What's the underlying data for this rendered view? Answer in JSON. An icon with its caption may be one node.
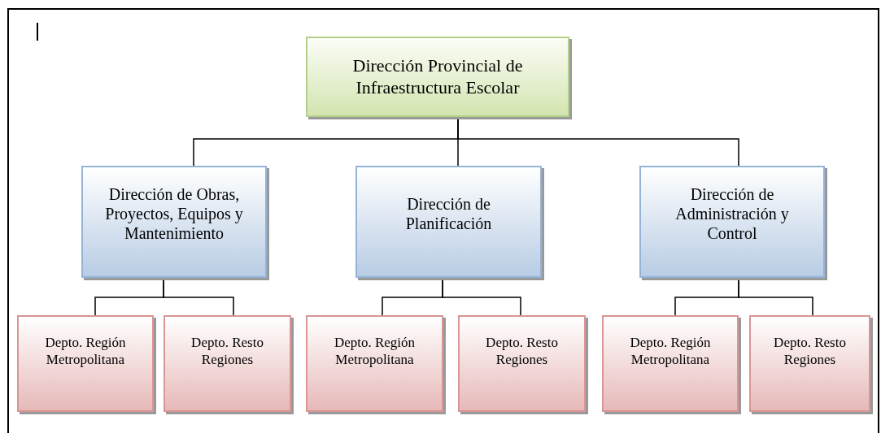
{
  "diagram": {
    "nodes": [
      {
        "text": [
          "Dirección Provincial de Infraestructura Escolar"
        ]
      },
      {
        "text": [
          "Dirección de Obras, Proyectos, Equipos y Mantenimiento"
        ]
      },
      {
        "text": [
          "Dirección de Planificación"
        ]
      },
      {
        "text": [
          "Dirección de Administración y Control"
        ]
      },
      {
        "text": [
          "Depto. Región Metropolitana"
        ]
      },
      {
        "text": [
          "Depto. Resto Regiones"
        ]
      },
      {
        "text": [
          "Depto. Región Metropolitana"
        ]
      },
      {
        "text": [
          "Depto. Resto Regiones"
        ]
      },
      {
        "text": [
          "Depto. Región Metropolitana"
        ]
      },
      {
        "text": [
          "Depto. Resto Regiones"
        ]
      }
    ],
    "edges": [
      {
        "from": 0,
        "to": 1,
        "arrow": "none"
      },
      {
        "from": 0,
        "to": 2,
        "arrow": "none"
      },
      {
        "from": 0,
        "to": 3,
        "arrow": "none"
      },
      {
        "from": 1,
        "to": 4,
        "arrow": "none"
      },
      {
        "from": 1,
        "to": 5,
        "arrow": "none"
      },
      {
        "from": 2,
        "to": 6,
        "arrow": "none"
      },
      {
        "from": 2,
        "to": 7,
        "arrow": "none"
      },
      {
        "from": 3,
        "to": 8,
        "arrow": "none"
      },
      {
        "from": 3,
        "to": 9,
        "arrow": "none"
      }
    ]
  }
}
